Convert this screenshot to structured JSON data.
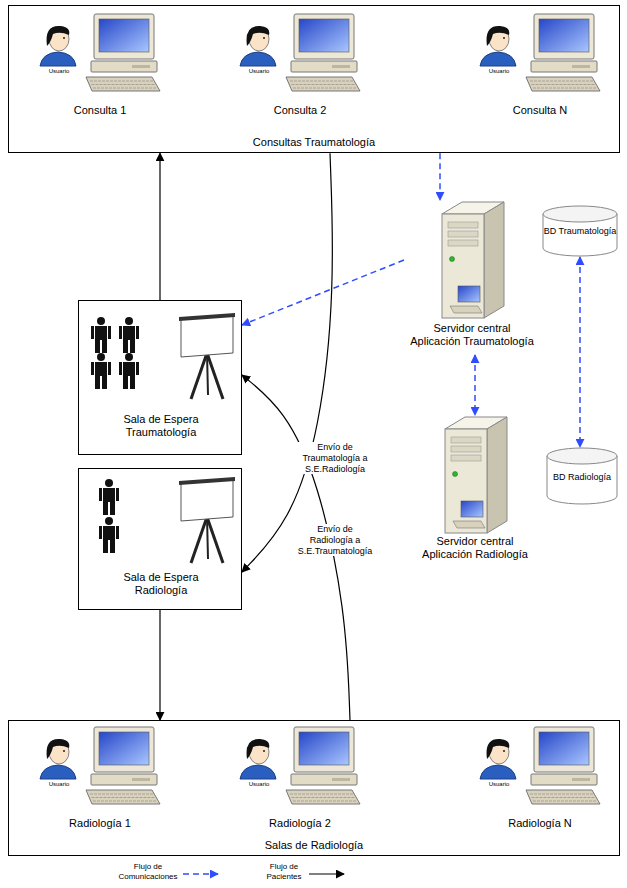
{
  "diagram": {
    "nodes": [
      {
        "text": [
          "Consultas Traumatología"
        ]
      },
      {
        "text": [
          "Usuario",
          "Consulta 1"
        ],
        "in": 0
      },
      {
        "text": [
          "Usuario",
          "Consulta 2"
        ],
        "in": 0
      },
      {
        "text": [
          "Usuario",
          "Consulta N"
        ],
        "in": 0
      },
      {
        "text": [
          "Servidor central Aplicación Traumatología"
        ]
      },
      {
        "text": [
          "BD Traumatología"
        ]
      },
      {
        "text": [
          "Sala de Espera Traumatología"
        ]
      },
      {
        "text": [
          "Servidor central Aplicación Radiología"
        ]
      },
      {
        "text": [
          "BD Radiología"
        ]
      },
      {
        "text": [
          "Sala de Espera Radiología"
        ]
      },
      {
        "text": [
          "Salas de Radiología"
        ]
      },
      {
        "text": [
          "Usuario",
          "Radiología 1"
        ],
        "in": 10
      },
      {
        "text": [
          "Usuario",
          "Radiología 2"
        ],
        "in": 10
      },
      {
        "text": [
          "Usuario",
          "Radiología N"
        ],
        "in": 10
      }
    ],
    "edges": [
      {
        "from": 0,
        "to": 4,
        "arrow": "to"
      },
      {
        "from": 4,
        "to": 6,
        "arrow": "to"
      },
      {
        "from": 4,
        "to": 7,
        "arrow": "both"
      },
      {
        "from": 5,
        "to": 8,
        "arrow": "both"
      },
      {
        "from": 6,
        "to": 0,
        "arrow": "to"
      },
      {
        "from": 0,
        "to": 9,
        "arrow": "to",
        "label": "Envío de Traumatología a S.E.Radiología"
      },
      {
        "from": 10,
        "to": 6,
        "arrow": "to",
        "label": "Envío de Radiología a S.E.Traumatología"
      },
      {
        "from": 9,
        "to": 10,
        "arrow": "to"
      }
    ],
    "legend": [
      {
        "text": "Flujo de Comunicaciones"
      },
      {
        "text": "Flujo de Pacientes"
      }
    ]
  }
}
